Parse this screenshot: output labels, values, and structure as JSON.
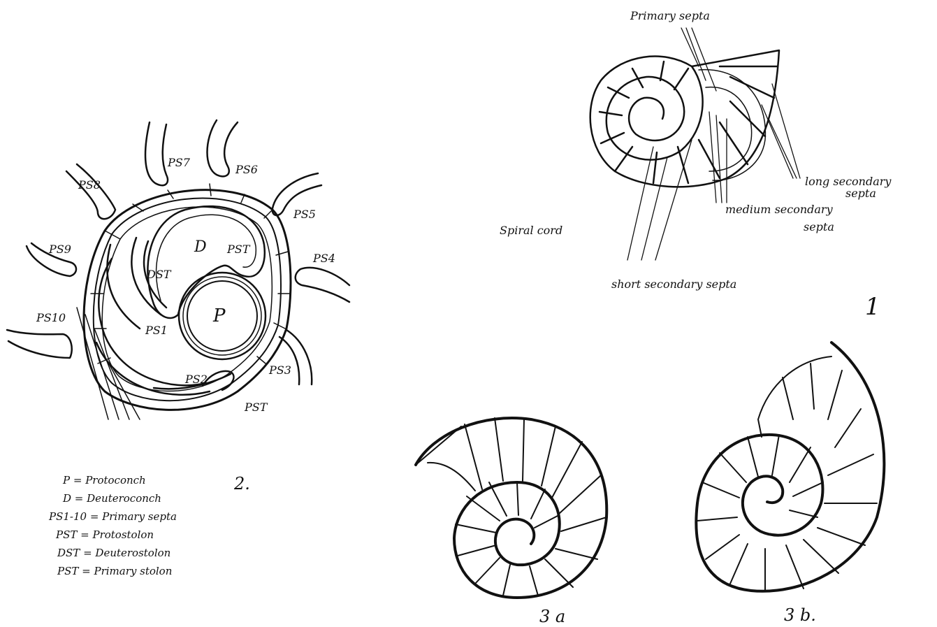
{
  "figure_1": {
    "number": "1",
    "labels": {
      "primary_septa": "Primary septa",
      "long_secondary_septa_line1": "long secondary",
      "long_secondary_septa_line2": "septa",
      "medium_secondary_septa_line1": "medium secondary",
      "medium_secondary_septa_line2": "septa",
      "spiral_cord": "Spiral cord",
      "short_secondary_septa": "short secondary septa"
    }
  },
  "figure_2": {
    "number": "2.",
    "labels": {
      "ps1": "PS1",
      "ps2": "PS2",
      "ps3": "PS3",
      "ps4": "PS4",
      "ps5": "PS5",
      "ps6": "PS6",
      "ps7": "PS7",
      "ps8": "PS8",
      "ps9": "PS9",
      "ps10": "PS10",
      "d": "D",
      "p": "P",
      "dst": "DST",
      "pst_upper": "PST",
      "pst_lower": "PST"
    },
    "legend": [
      "P = Protoconch",
      "D = Deuteroconch",
      "PS1-10 = Primary septa",
      "PST = Protostolon",
      "DST = Deuterostolon",
      "PST = Primary stolon"
    ]
  },
  "figure_3a": {
    "label": "3 a"
  },
  "figure_3b": {
    "label": "3 b."
  }
}
